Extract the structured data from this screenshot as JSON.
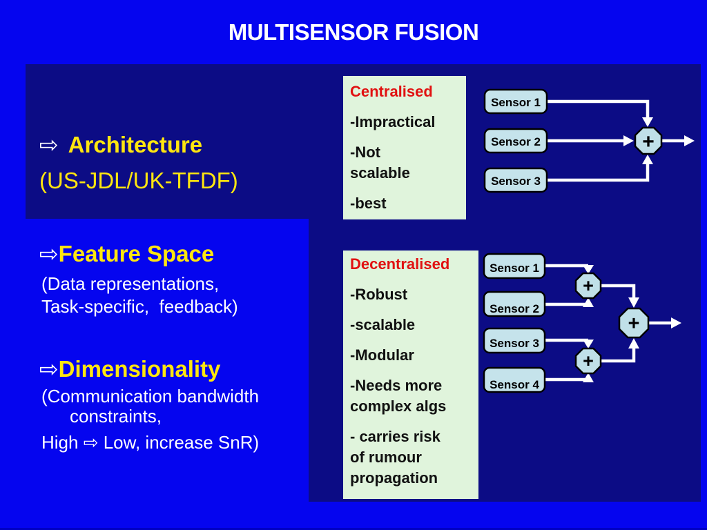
{
  "slide": {
    "title": "MULTISENSOR FUSION",
    "colors": {
      "background": "#0505EF",
      "panel_navy": "#0C0C85",
      "box_green": "#E0F4DC",
      "heading_yellow": "#FFE60F",
      "title_red": "#E11111",
      "sensor_fill": "#C5E3EB",
      "connector_white": "#FFFFFF"
    }
  },
  "left_panel": {
    "architecture": {
      "arrow": "⇨",
      "heading": "Architecture",
      "subheading": "(US-JDL/UK-TFDF)"
    },
    "feature_space": {
      "arrow": "⇨",
      "heading": "Feature Space",
      "line1": "(Data representations,",
      "line2": "Task-specific,  feedback)"
    },
    "dimensionality": {
      "arrow": "⇨",
      "heading": "Dimensionality",
      "line1": "(Communication bandwidth",
      "line2": "constraints,",
      "line3_prefix": "High ",
      "line3_arrow": "⇨",
      "line3_suffix": " Low, increase SnR)"
    }
  },
  "centralised": {
    "title": "Centralised",
    "items": [
      "-Impractical",
      "-Not scalable",
      "-best"
    ]
  },
  "decentralised": {
    "title": "Decentralised",
    "items": [
      "-Robust",
      "-scalable",
      "-Modular",
      "-Needs more complex algs",
      "- carries risk of rumour propagation"
    ]
  },
  "diagram_centralised": {
    "sensors": [
      "Sensor 1",
      "Sensor 2",
      "Sensor 3"
    ],
    "fusion_node": "+"
  },
  "diagram_decentralised": {
    "sensors": [
      "Sensor 1",
      "Sensor 2",
      "Sensor 3",
      "Sensor 4"
    ],
    "fusion_node": "+"
  }
}
